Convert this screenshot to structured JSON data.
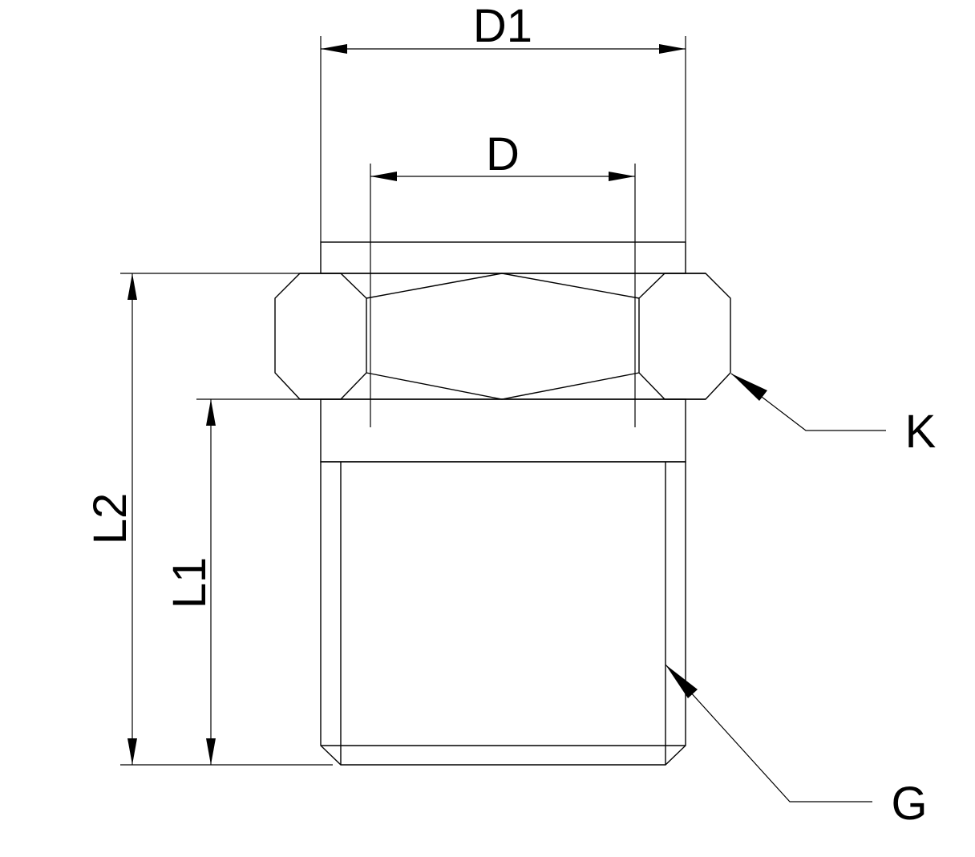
{
  "labels": {
    "outer_diameter": "D1",
    "inner_diameter": "D",
    "overall_length": "L2",
    "thread_length": "L1",
    "hex_callout": "K",
    "thread_callout": "G"
  },
  "colors": {
    "line": "#000000",
    "background": "#ffffff"
  }
}
